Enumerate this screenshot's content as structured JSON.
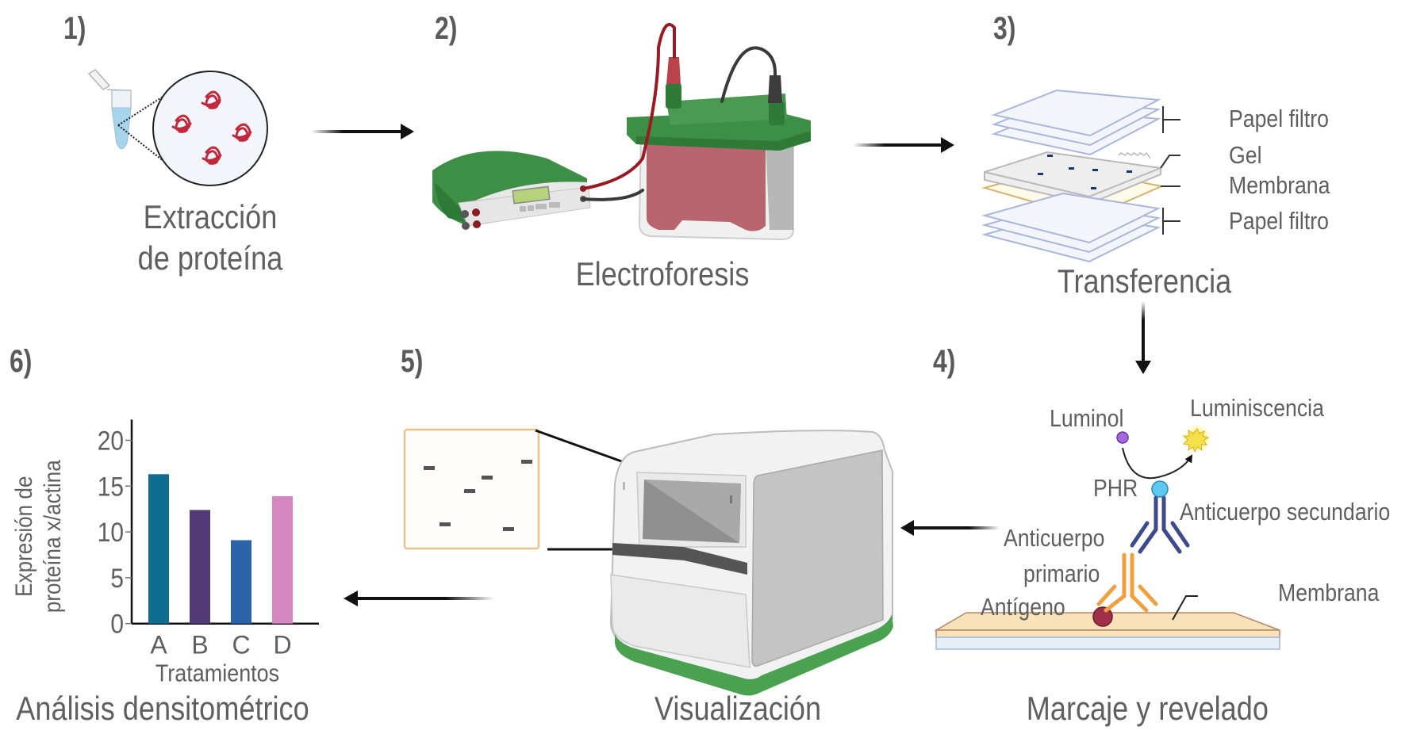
{
  "steps": [
    {
      "number": "1)",
      "caption_line1": "Extracción",
      "caption_line2": "de proteína"
    },
    {
      "number": "2)",
      "caption": "Electroforesis"
    },
    {
      "number": "3)",
      "caption": "Transferencia",
      "labels": {
        "top_filter": "Papel filtro",
        "gel": "Gel",
        "membrane": "Membrana",
        "bottom_filter": "Papel filtro"
      }
    },
    {
      "number": "4)",
      "caption": "Marcaje y revelado",
      "labels": {
        "luminol": "Luminol",
        "luminescence": "Luminiscencia",
        "phr": "PHR",
        "secondary_antibody": "Anticuerpo secundario",
        "primary_antibody_line1": "Anticuerpo",
        "primary_antibody_line2": "primario",
        "antigen": "Antígeno",
        "membrane": "Membrana"
      }
    },
    {
      "number": "5)",
      "caption": "Visualización"
    },
    {
      "number": "6)",
      "caption": "Análisis densitométrico"
    }
  ],
  "colors": {
    "protein": "#c0283c",
    "equipment_green": "#3e8f46",
    "gel_red": "#b86570",
    "filter_paper": "#a9b6dc",
    "membrane": "#d4b36a",
    "secondary_antibody": "#3f4a8a",
    "primary_antibody": "#f0a040",
    "phr": "#5ec8ef",
    "luminol": "#a866e0",
    "antigen": "#a0304a",
    "luminescence": "#f5e04a"
  },
  "chart_data": {
    "type": "bar",
    "title": "",
    "categories": [
      "A",
      "B",
      "C",
      "D"
    ],
    "values": [
      16.3,
      12.4,
      9.1,
      13.9
    ],
    "bar_colors": [
      "#0f6e90",
      "#523a78",
      "#2b63a8",
      "#d386c0"
    ],
    "xlabel": "Tratamientos",
    "ylabel_line1": "Expresión de",
    "ylabel_line2": "proteína x/actina",
    "ylim": [
      0,
      22
    ],
    "yticks": [
      0,
      5,
      10,
      15,
      20
    ],
    "ytick_labels": [
      "0",
      "5",
      "10",
      "15",
      "20"
    ],
    "grid": false,
    "legend": "none"
  }
}
